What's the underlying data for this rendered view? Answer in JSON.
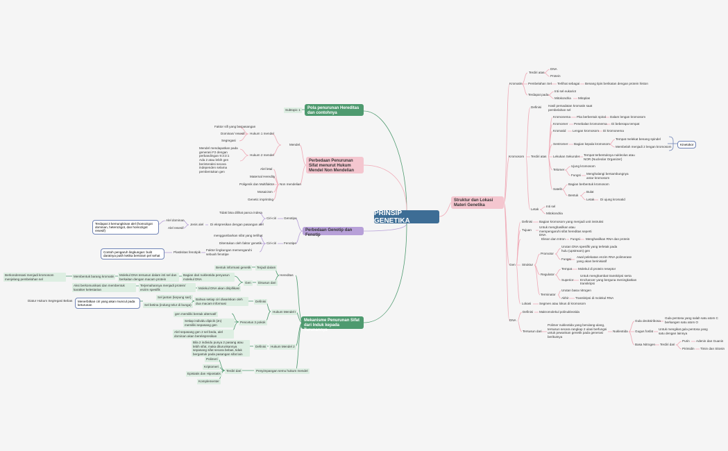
{
  "central": "PRINSIP GENETIKA",
  "colors": {
    "central": "#3d6d95",
    "green": "#4e9a6f",
    "pink": "#f4c6cf",
    "purple": "#b7a0d8"
  },
  "branches": {
    "pola": "Pola penurunan Hereditas dan contohnya",
    "mendel": "Perbedaan Penurunan Sifat menurut Hukum Mendel Non Mendelian",
    "genotip": "Perbedaan Genotip dan Fenotip",
    "mekanisme": "Mekanisme Penurunan Sifat dari Induk kepada Turunannya",
    "struktur": "Struktur dan Lokasi Materi Genetika"
  },
  "left": {
    "subtopic": "Subtopic 1",
    "mendelian": "Mendel",
    "hukum1": "Hukum 1 mendel",
    "hukum2": "Hukum 2 mendel",
    "h1_items": [
      "Faktor sifi yang berpasangan",
      "Dominan/ resesif",
      "Segregasi"
    ],
    "h2_items": [
      "Mendel mendapatkan pada generasi F2 dengan perbandingan 9:3:3:1",
      "Ada 2 atau lebih gen berinteraksi secara independen selama pembentukan gen"
    ],
    "non_mendelian": "Non mendelian",
    "nm_items": [
      "Alel letal",
      "Maternal Heredity",
      "Poligenik dan Multifaktor",
      "Mosaicism",
      "Genetic imprinting"
    ],
    "genotip": "Genotipe",
    "ciri1": "Ciri-ciri",
    "g_items": [
      "Tidak bisa dilihat panca indera",
      "Di ekspresikan dengan pasangan alel"
    ],
    "jenis_alel": "Jenis alel",
    "alel_dominan": "Alel dominan",
    "alel_resesif": "Alel resesif",
    "alel_note": "Terdapat 3 kemungkinan alel (homozigot dominan, heterozigot, dan homozigot resesif)",
    "fenotip": "Fenotipe",
    "ciri2": "Ciri-ciri",
    "f_items": [
      "menggambarkan sifat yang terlihat",
      "Ditentukan oleh faktor genetik",
      "Faktor lingkungan memengaruhi sebuah fenotipe"
    ],
    "plastis": "Plastisitas fenotipik",
    "plastis_note": "Contoh pengaruh lingkungan: bulit daratnya putih ketika bersiram pel sehat",
    "hereditas": "Hereditas",
    "her_items": [
      "Bentuk informasi genetik",
      "Terjadi dalam",
      "Gen",
      "Disusun dari"
    ],
    "dna_a": "Molekul DNA tersusun dalam inti sel dan berkaitan dengan macam protein",
    "dna_b": "Bagian dari nukleotida penyusun molekul DNA",
    "kromosom_note": "Berkondensasi menjadi kromosom menjelang pembelahan sel",
    "membentuk": "Membentuk barang kromatin",
    "aksi": "Aksi berkomunikasi dan membentuk karakter kelestarian",
    "pro1": "Terjemahannya menjadi protein/ enzim spesifik",
    "pro2": "Molekul DNA akan diripllikasi",
    "hm1": "Hukum Mendel I",
    "def1": "Definisi",
    "def1_text": "Bahwa setiap ciri diwariskan oleh dua macam informasi",
    "sel1": "Sel jantan (kepung sari)",
    "sel2": "Sel betina (indung telur di bunga)",
    "segregasi": "Diatur Hukum Segregasi Bebas",
    "segregasi_note": "Menerbitkan ciri yang akan muncul pada keturunan",
    "pencetus": "Pencetus 3 pokok",
    "pc_items": [
      "gen memiliki bentuk alternatif",
      "Setiap individu dipicik (2n) memiliki sepasang gen",
      "Alel sepasang gen 2 sel beda, alel dominan akan berekspresikan"
    ],
    "hm2": "Hukum Mendel 2",
    "def2": "Definisi",
    "def2_text": "Bila 2 individu punya 2 pasang atau lebih sifat, maka diturunkannya sepasang sifat secara bebas, tidak bergantuk pada pasangan sifat lain",
    "penyimpangan": "Penyimpangan semu hukum mendel",
    "terdiri": "Terdiri dari",
    "peny_items": [
      "Polimeri",
      "Kriptomeri",
      "Epistatis dan Hipostatis",
      "Komplementer"
    ]
  },
  "right": {
    "kromatin": "Kromatin",
    "terdiri_atas": "Terdiri atas",
    "dna": "DNA",
    "protein": "Protein",
    "pembelahan": "Pembelahan Sel",
    "terlihat": "Terlihat sebagai",
    "benang": "Benang tipis berikatan dengan protein histon",
    "temp_pada": "Terdapat pada",
    "inti": "Inti sel eukariot",
    "mitokondria": "Mitokondria",
    "mitoplas": "Mitoplas",
    "kromosom": "Kromosom",
    "definisi": "Definisi",
    "def_text": "Hasil pemadatan kromatin saat pembelahan sel",
    "terdiri": "Terdiri atas",
    "k_items": [
      "Kromonema",
      "Kromomer",
      "Kromatid",
      "Sentromer",
      "Lekukan Sekunder",
      "Telomer",
      "Satelit"
    ],
    "kromonema": "Pita berbentuk spiral",
    "kromonema2": "Dalam lengan kromosom",
    "kromomer": "Penebalan kromonema",
    "kromomer2": "Di beberapa tempat",
    "kromatid": "Lengan kromosom",
    "kromatid2": "Di kromonema",
    "sentromer": "Bagian kepala kromosom",
    "sentromer_a": "Tempat melekat benang spindel",
    "sentromer_b": "Membelah menjadi 2 lengan kromosom",
    "kinetokor": "Kinetokor",
    "lekukan": "Tempat terbentuknya nukleolus atau NOR (Nucleolar Organizer)",
    "telomer_a": "Ujung kromosom",
    "telomer_fungsi": "Fungsi",
    "telomer_b": "Menghalangi bersambungnya antar kromosom",
    "satelit_a": "Bagian berbentuk kromosom",
    "bentuk": "Bentuk",
    "bulat": "Bulat",
    "lekat": "Letak",
    "ujung": "Di ujung kromatid",
    "letak": "Letak",
    "letak_a": "Inti sel",
    "letak_b": "Mitokondria",
    "gen": "Gen",
    "gen_def": "Definisi",
    "gen_def_text": "Bagian kromosom yang menjadi unit instruksi",
    "tujuan": "Tujuan",
    "tujuan_text": "Untuk menghasilkan atau mempengaruhi sifat hereditas seperti DNA",
    "ekson": "Ekson dan Intron",
    "fungsi": "Fungsi",
    "ekson_text": "Menghasilkan RNA dan protein",
    "struktur": "Struktur",
    "promotor": "Promotor",
    "promotor_a": "Urutan DNA spesifik yang terletak pada hulu (upstream) gen",
    "promotor_b": "Awal pelekatan enzim RNA polimerase yang akan berinisiatif",
    "regulator": "Regulator",
    "tempat": "Tempat",
    "tempat_text": "Molekul di protein reseptor",
    "superior": "Superior",
    "superior_text": "Untuk menghambat transkripsi serta Enchancer yang berguna meningkatkan transkripsi",
    "terminator": "Terminator",
    "term_a": "Urutan basa nitrogen",
    "akhir": "Akhir",
    "term_b": "Transkripsi di molekul RNA",
    "lokasi": "Lokasi",
    "lokasi_text": "Segmen atau lokus di kromosom",
    "dna2": "DNA",
    "dna_def": "Definisi",
    "dna_def_text": "Makromolekul polinukleotida",
    "tersusun": "Tersusun dari",
    "tersusun_text": "Polimer nukleotida yang berulang-ulang, tersusun secara rangkap 2 ulasi berfungsi untuk pewarisan genetik pada generasi berikutnya",
    "nukleotida": "Nukleotida",
    "gula": "Gula deoksiribosa",
    "gula_text": "Gula pentosa yang salah satu atom C berkangen satu atom O",
    "gugus": "Gugus fosfat",
    "gugus_text": "Untuk mengikat gula pentosa yang satu dengan lainnya",
    "basa": "Basa Nitrogen",
    "basa_terdiri": "Terdiri dari",
    "purin": "Purin",
    "purin_text": "Adenin dan Guanin",
    "pirimidin": "Pirimidin",
    "pirimidin_text": "Timin dan Sitosin"
  }
}
